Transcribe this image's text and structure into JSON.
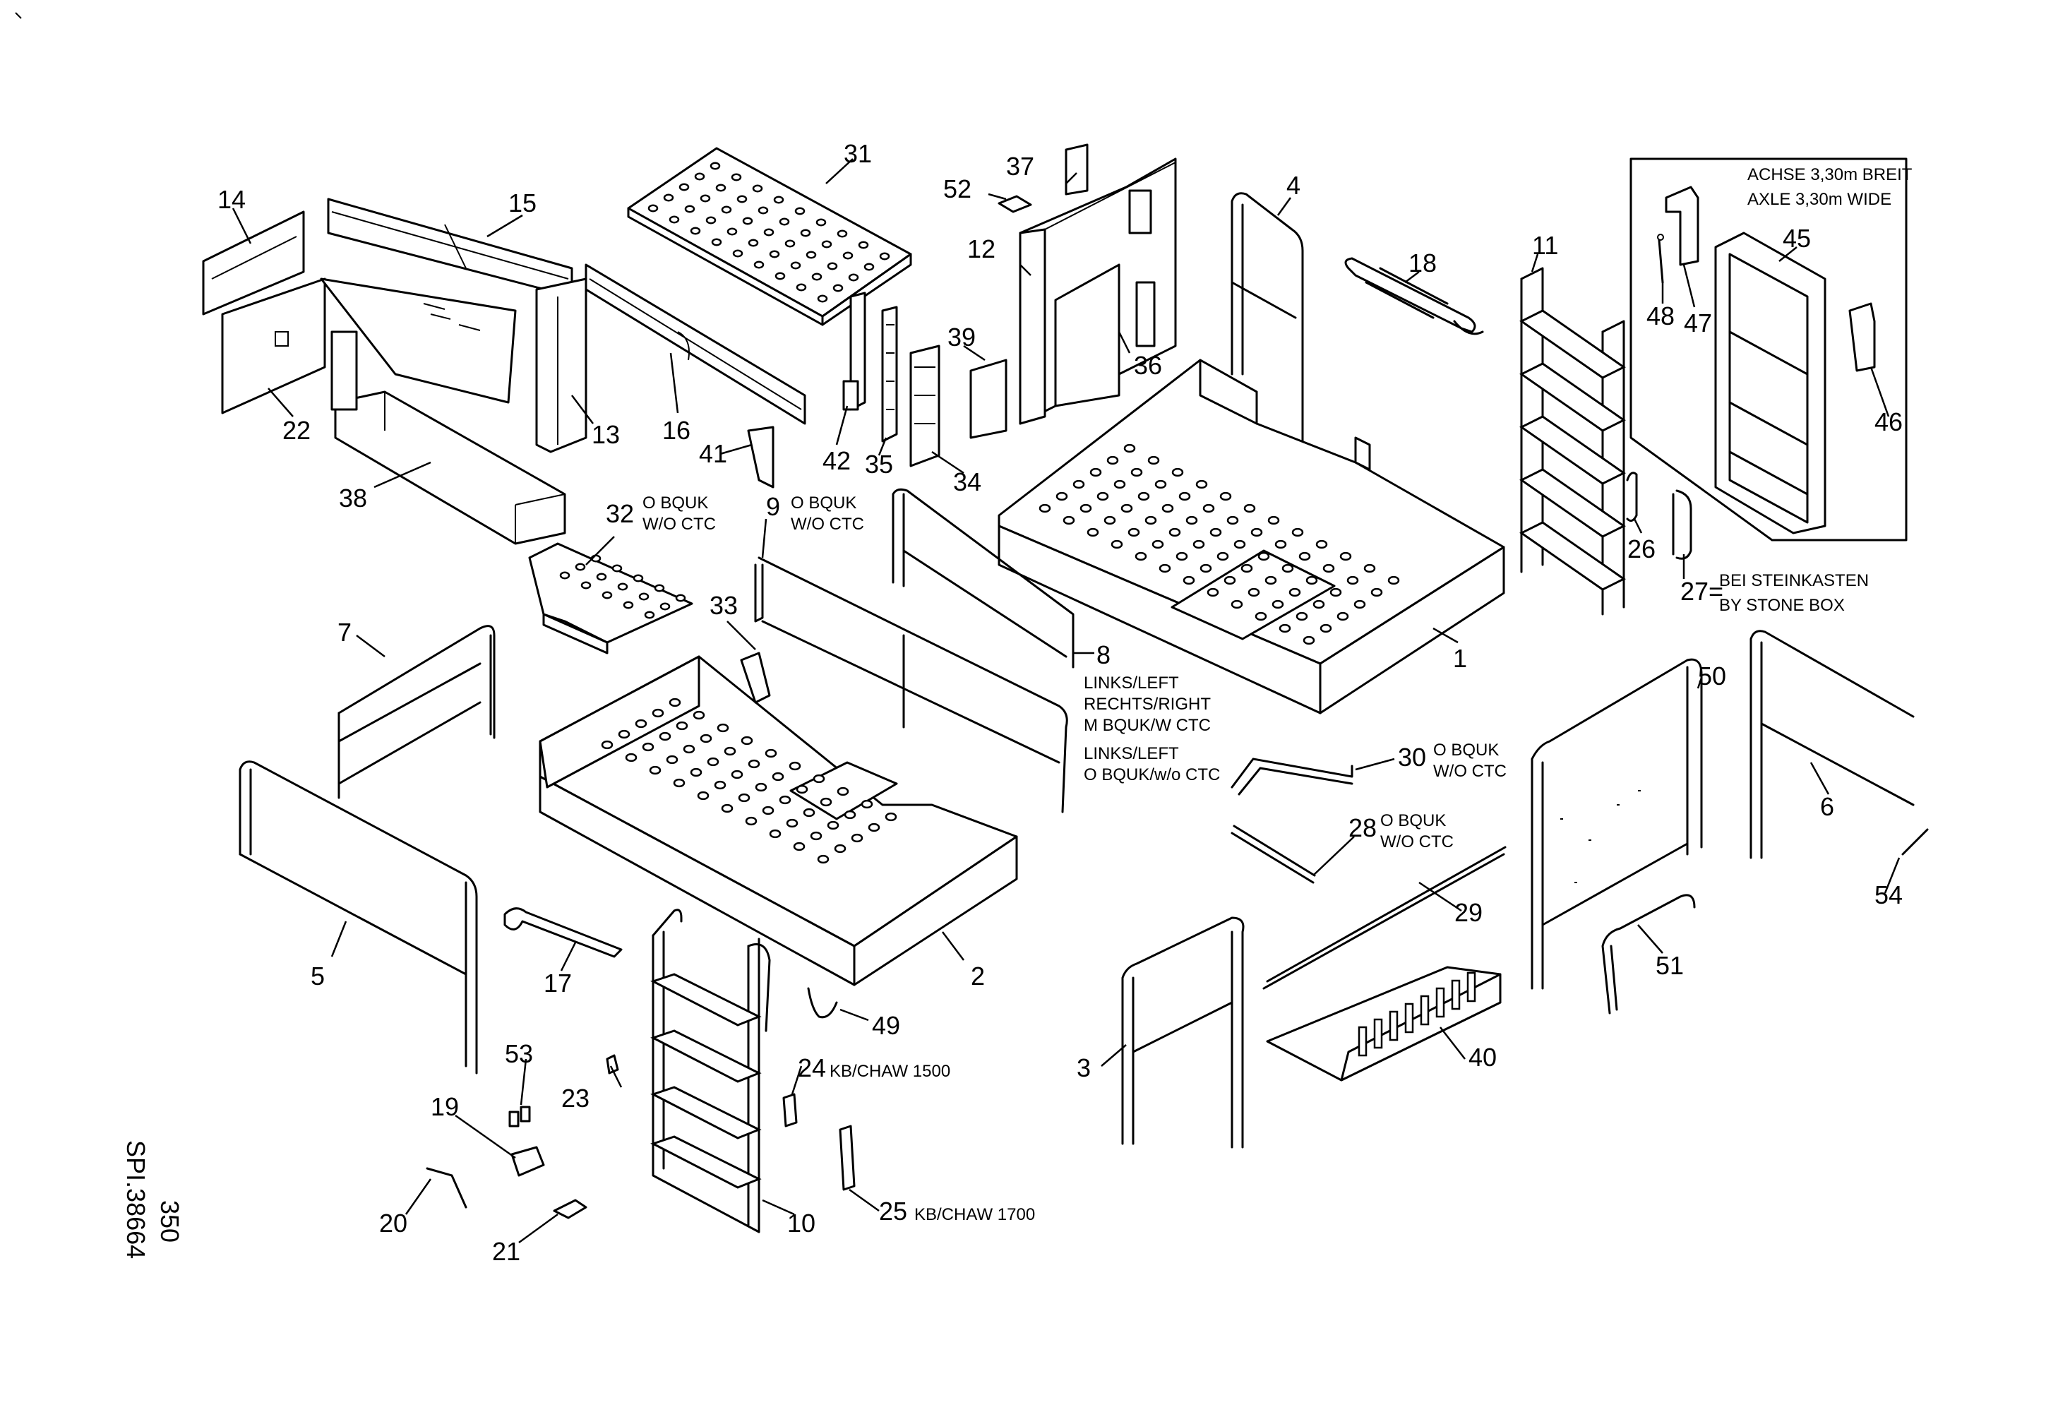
{
  "drawing": {
    "part_labels": {
      "p1": "1",
      "p2": "2",
      "p3": "3",
      "p4": "4",
      "p5": "5",
      "p6": "6",
      "p7": "7",
      "p8": "8",
      "p9": "9",
      "p10": "10",
      "p11": "11",
      "p12": "12",
      "p13": "13",
      "p14": "14",
      "p15": "15",
      "p16": "16",
      "p17": "17",
      "p18": "18",
      "p19": "19",
      "p20": "20",
      "p21": "21",
      "p22": "22",
      "p23": "23",
      "p24": "24",
      "p25": "25",
      "p26": "26",
      "p27": "27=",
      "p28": "28",
      "p29": "29",
      "p30": "30",
      "p31": "31",
      "p32": "32",
      "p33": "33",
      "p34": "34",
      "p35": "35",
      "p36": "36",
      "p37": "37",
      "p38": "38",
      "p39": "39",
      "p40": "40",
      "p41": "41",
      "p42": "42",
      "p45": "45",
      "p46": "46",
      "p47": "47",
      "p48": "48",
      "p49": "49",
      "p50": "50",
      "p51": "51",
      "p52": "52",
      "p53": "53",
      "p54": "54"
    },
    "notes": {
      "n32_line1": "O BQUK",
      "n32_line2": "W/O CTC",
      "n9_line1": "O BQUK",
      "n9_line2": "W/O CTC",
      "n8_line1": "LINKS/LEFT",
      "n8_line2": "RECHTS/RIGHT",
      "n8_line3": "M BQUK/W CTC",
      "n8_line4": "LINKS/LEFT",
      "n8_line5": "O BQUK/w/o CTC",
      "n30_line1": "O BQUK",
      "n30_line2": "W/O CTC",
      "n28_line1": "O BQUK",
      "n28_line2": "W/O CTC",
      "n24": "KB/CHAW 1500",
      "n25": "KB/CHAW 1700",
      "n27_line1": "BEI STEINKASTEN",
      "n27_line2": "BY STONE BOX",
      "inset_line1": "ACHSE 3,30m BREIT",
      "inset_line2": "AXLE 3,30m WIDE"
    },
    "sheet_id": "350",
    "drawing_number": "SPI.38664"
  }
}
